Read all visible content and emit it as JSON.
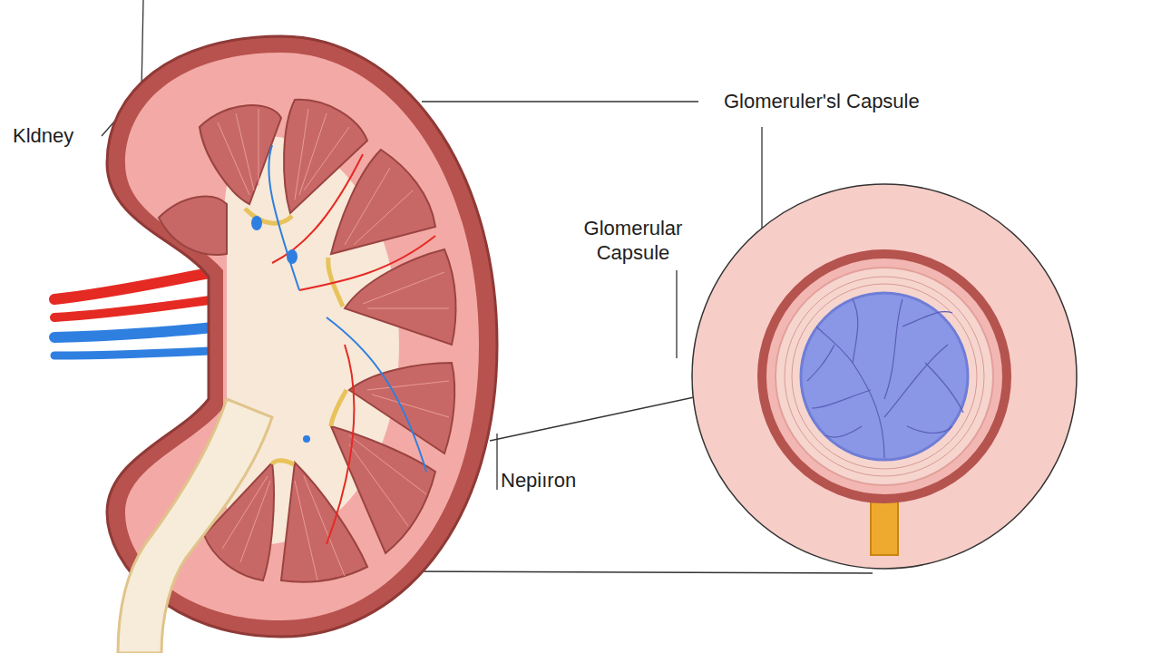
{
  "diagram": {
    "labels": [
      "Kldney",
      "Glomeruler'sl Capsule",
      "Glomerular Capsule",
      "Nepiıron"
    ]
  }
}
